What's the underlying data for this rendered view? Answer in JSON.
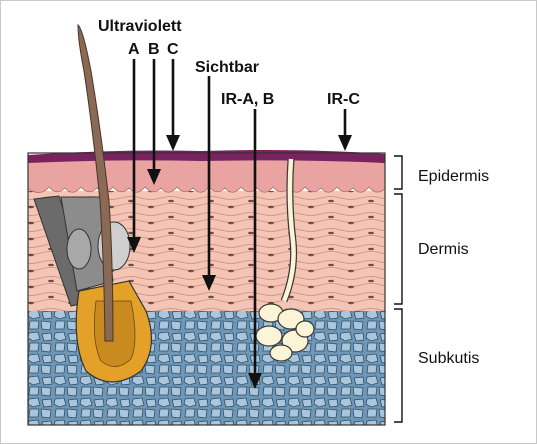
{
  "labels": {
    "uv_title": "Ultraviolett",
    "uv_a": "A",
    "uv_b": "B",
    "uv_c": "C",
    "visible": "Sichtbar",
    "ir_ab": "IR-A, B",
    "ir_c": "IR-C"
  },
  "layers": {
    "epidermis": "Epidermis",
    "dermis": "Dermis",
    "subkutis": "Subkutis"
  },
  "colors": {
    "stratum_corneum": "#7a2160",
    "epidermis": "#e9a3a1",
    "dermis": "#f4c4b4",
    "subcutis": "#6f98b8",
    "subcutis_cells": "#a9c6dc",
    "hair": "#8a6a55",
    "follicle_bulb": "#e3a12a",
    "gland": "#fbf4d6",
    "sebaceous": "#cfcfcf",
    "muscle": "#6b6b6b"
  }
}
